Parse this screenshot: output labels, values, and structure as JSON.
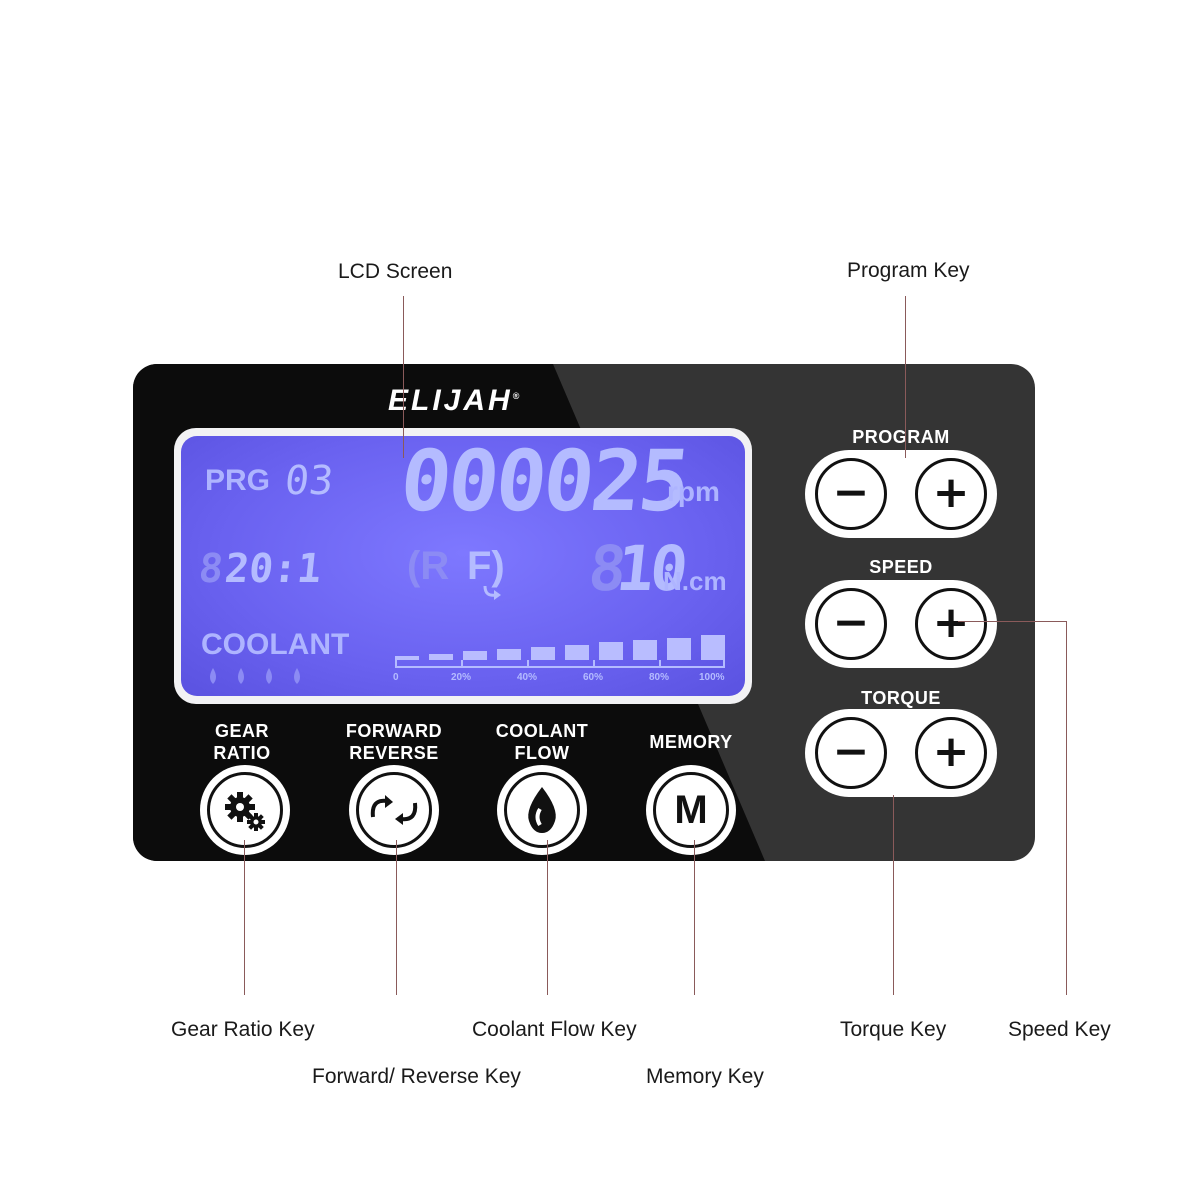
{
  "callouts": {
    "lcd_screen": "LCD Screen",
    "program_key": "Program Key",
    "gear_ratio_key": "Gear Ratio Key",
    "forward_reverse_key": "Forward/ Reverse Key",
    "coolant_flow_key": "Coolant Flow Key",
    "memory_key": "Memory Key",
    "torque_key": "Torque Key",
    "speed_key": "Speed Key"
  },
  "brand": {
    "logo": "ELIJAH",
    "mark": "®"
  },
  "lcd": {
    "prg_label": "PRG",
    "prg_value": "03",
    "speed_value": "000025",
    "speed_unit": "rpm",
    "ratio_ghost": "8",
    "ratio_value": "20:1",
    "dir_reverse": "(R",
    "dir_forward": "F)",
    "torque_ghost": "8",
    "torque_value": "10",
    "torque_unit": "N.cm",
    "coolant_label": "COOLANT",
    "coolant_level_bars": 10,
    "scale": [
      "0",
      "20%",
      "40%",
      "60%",
      "80%",
      "100%"
    ]
  },
  "keys": {
    "gear_ratio": [
      "GEAR",
      "RATIO"
    ],
    "forward_reverse": [
      "FORWARD",
      "REVERSE"
    ],
    "coolant_flow": [
      "COOLANT",
      "FLOW"
    ],
    "memory": "MEMORY",
    "memory_glyph": "M",
    "program": "PROGRAM",
    "speed": "SPEED",
    "torque": "TORQUE",
    "minus": "−",
    "plus": "+"
  },
  "colors": {
    "panel": "#1a1a1a",
    "lcd": "#6e66f2",
    "leader": "#8a5a5a"
  }
}
